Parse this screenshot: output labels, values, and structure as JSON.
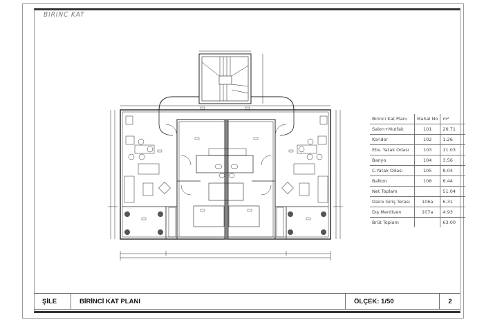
{
  "sheet": {
    "label": "BIRINC KAT"
  },
  "area_table": {
    "headers": [
      "Birinci Kat Planı",
      "Mahal No",
      "m²"
    ],
    "rows": [
      [
        "Salon+Mutfak",
        "101",
        "20.71"
      ],
      [
        "Koridor",
        "102",
        "1.26"
      ],
      [
        "Ebv. Yatak Odası",
        "103",
        "11.03"
      ],
      [
        "Banyo",
        "104",
        "3.56"
      ],
      [
        "C.Yatak Odası",
        "105",
        "8.04"
      ],
      [
        "Balkon",
        "108",
        "6.44"
      ],
      [
        "Net Toplam",
        "",
        "51.04"
      ],
      [
        "Daire Giriş Terası",
        "106a",
        "6.31"
      ],
      [
        "Dış Merdiven",
        "107a",
        "4.93"
      ],
      [
        "Brüt Toplam",
        "",
        "63.00"
      ]
    ]
  },
  "title_block": {
    "location": "ŞİLE",
    "drawing_title": "BİRİNCİ KAT PLANI",
    "scale": "ÖLÇEK: 1/50",
    "sheet_number": "2"
  }
}
